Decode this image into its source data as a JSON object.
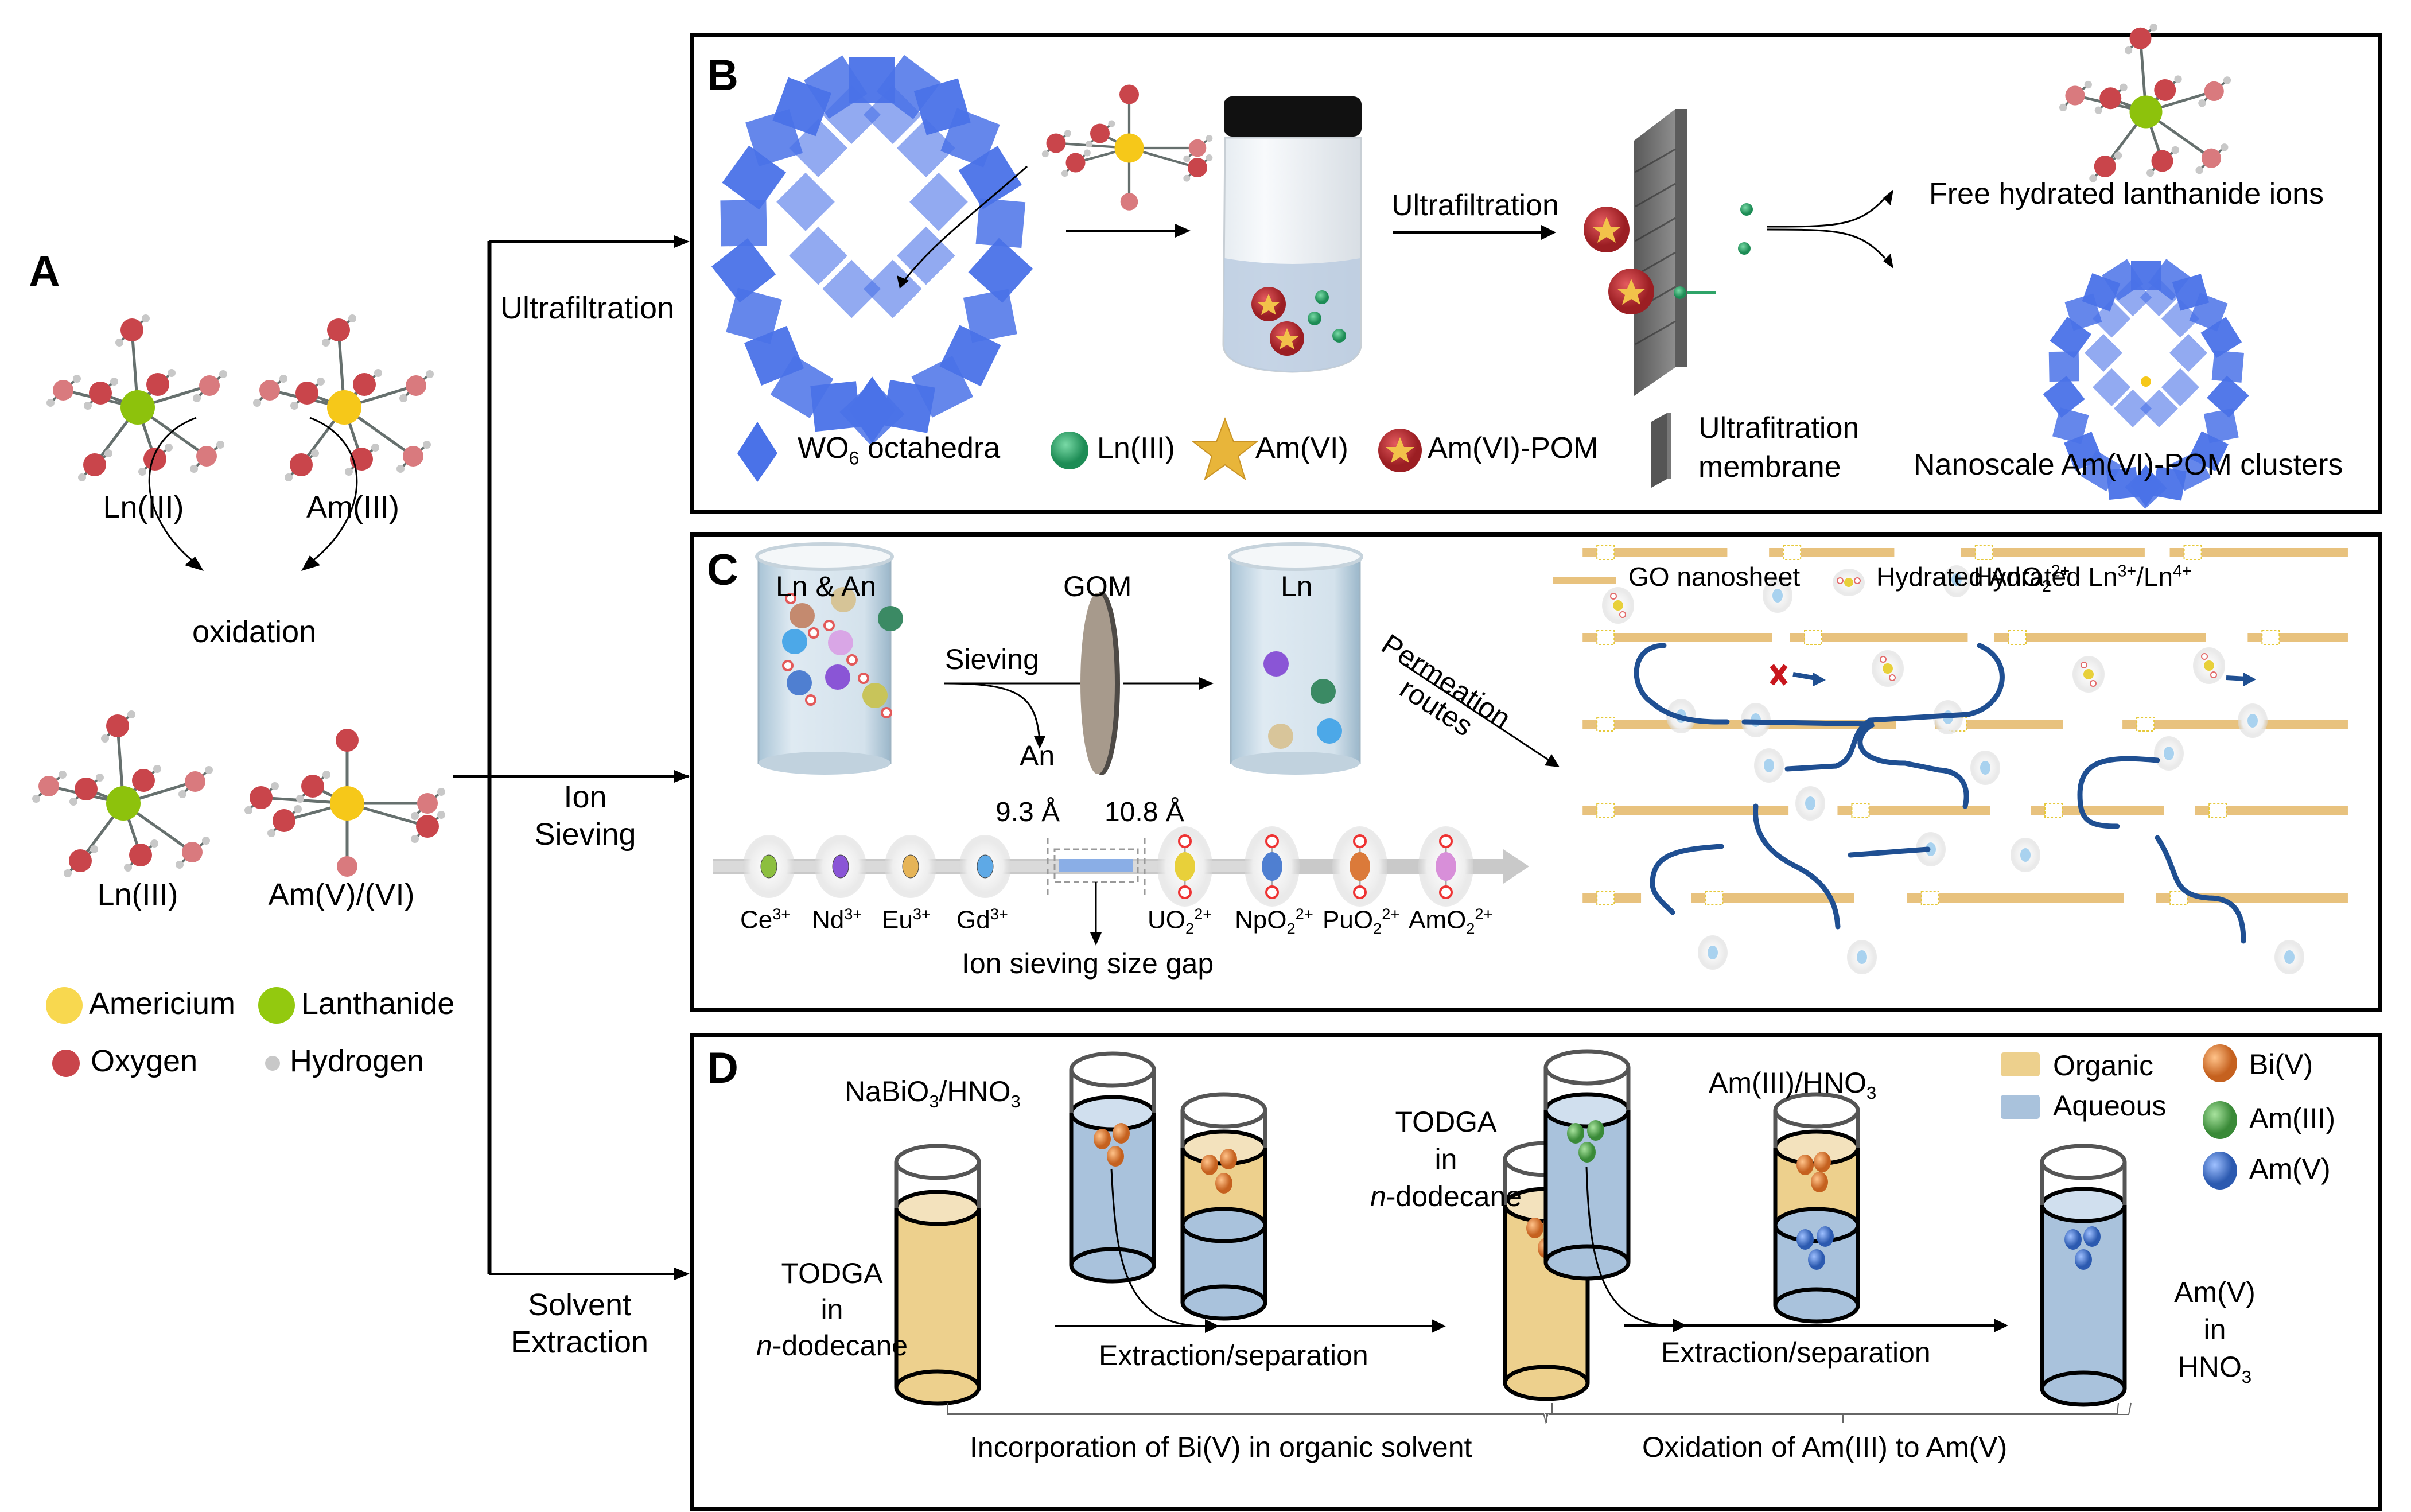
{
  "figure": {
    "panel_labels": {
      "a": "A",
      "b": "B",
      "c": "C",
      "d": "D"
    },
    "colors": {
      "americium": "#f6c819",
      "lanthanide": "#8dc20c",
      "oxygen": "#c9454b",
      "oxygen_light": "#d97a7e",
      "hydrogen": "#c8c8c8",
      "bond": "#66706e",
      "wo6": "#4a72e8",
      "ln_green": "#2fa468",
      "am_pom_red": "#b3282d",
      "star_gold": "#e8b53a",
      "go_sheet": "#e8c27e",
      "path_blue": "#1f4f92",
      "organic": "#edd08d",
      "aqueous": "#a9c2dc",
      "bi_orange": "#e37a2b",
      "am3_green": "#4da34b",
      "am5_blue": "#3f6fc6",
      "block_x": "#c8161d"
    }
  },
  "panel_a": {
    "species_top": [
      "Ln(III)",
      "Am(III)"
    ],
    "oxidation_label": "oxidation",
    "species_bottom": [
      "Ln(III)",
      "Am(V)/(VI)"
    ],
    "legend": [
      {
        "label": "Americium",
        "icon": "americium-dot"
      },
      {
        "label": "Lanthanide",
        "icon": "lanthanide-dot"
      },
      {
        "label": "Oxygen",
        "icon": "oxygen-dot"
      },
      {
        "label": "Hydrogen",
        "icon": "hydrogen-dot"
      }
    ]
  },
  "connectors": {
    "ultrafiltration": "Ultrafiltration",
    "ion_sieving_1": "Ion",
    "ion_sieving_2": "Sieving",
    "solvent_extraction_1": "Solvent",
    "solvent_extraction_2": "Extraction"
  },
  "panel_b": {
    "arrow_label": "Ultrafiltration",
    "output_top": "Free hydrated lanthanide ions",
    "output_bottom": "Nanoscale Am(VI)-POM clusters",
    "legend": {
      "wo6_main": "WO",
      "wo6_sub": "6",
      "wo6_rest": " octahedra",
      "ln": "Ln(III)",
      "am6": "Am(VI)",
      "am6_pom": "Am(VI)-POM",
      "membrane_1": "Ultrafitration",
      "membrane_2": "membrane"
    }
  },
  "panel_c": {
    "beaker_left": "Ln & An",
    "membrane_label": "GOM",
    "beaker_right": "Ln",
    "sieving_label": "Sieving",
    "an_label": "An",
    "permeation_1": "Permeation",
    "permeation_2": "routes",
    "gap_low": "9.3 Å",
    "gap_high": "10.8 Å",
    "gap_caption": "Ion sieving size gap",
    "ions_ln": [
      {
        "base": "Ce",
        "sup": "3+",
        "color": "#8cbf3f"
      },
      {
        "base": "Nd",
        "sup": "3+",
        "color": "#8a55d6"
      },
      {
        "base": "Eu",
        "sup": "3+",
        "color": "#e6b457"
      },
      {
        "base": "Gd",
        "sup": "3+",
        "color": "#5ea9e6"
      }
    ],
    "ions_an": [
      {
        "base": "UO",
        "sub": "2",
        "sup": "2+",
        "color": "#e8d03a"
      },
      {
        "base": "NpO",
        "sub": "2",
        "sup": "2+",
        "color": "#4f7fd1"
      },
      {
        "base": "PuO",
        "sub": "2",
        "sup": "2+",
        "color": "#db7a3a"
      },
      {
        "base": "AmO",
        "sub": "2",
        "sup": "2+",
        "color": "#d88fd9"
      }
    ],
    "legend": {
      "go": "GO nanosheet",
      "an_hydrated": "Hydrated AnO",
      "an_sub": "2",
      "an_sup": "2+",
      "ln_hydrated": "Hydrated Ln",
      "ln_sup1": "3+",
      "ln_mid": "/Ln",
      "ln_sup2": "4+"
    }
  },
  "panel_d": {
    "nabio3_a": "NaBiO",
    "nabio3_sub1": "3",
    "nabio3_b": "/HNO",
    "nabio3_sub2": "3",
    "todga_left": [
      "TODGA",
      "in",
      "n",
      "-dodecane"
    ],
    "todga_mid": [
      "TODGA",
      "in",
      "n",
      "-dodecane"
    ],
    "am3_hno3_a": "Am(III)/HNO",
    "am3_hno3_sub": "3",
    "extraction_1": "Extraction/separation",
    "extraction_2": "Extraction/separation",
    "product": [
      "Am(V)",
      "in",
      "HNO",
      "3"
    ],
    "step1": "Incorporation of Bi(V) in organic solvent",
    "step2": "Oxidation of Am(III) to Am(V)",
    "legend": {
      "organic": "Organic",
      "aqueous": "Aqueous",
      "bi": "Bi(V)",
      "am3": "Am(III)",
      "am5": "Am(V)"
    }
  }
}
